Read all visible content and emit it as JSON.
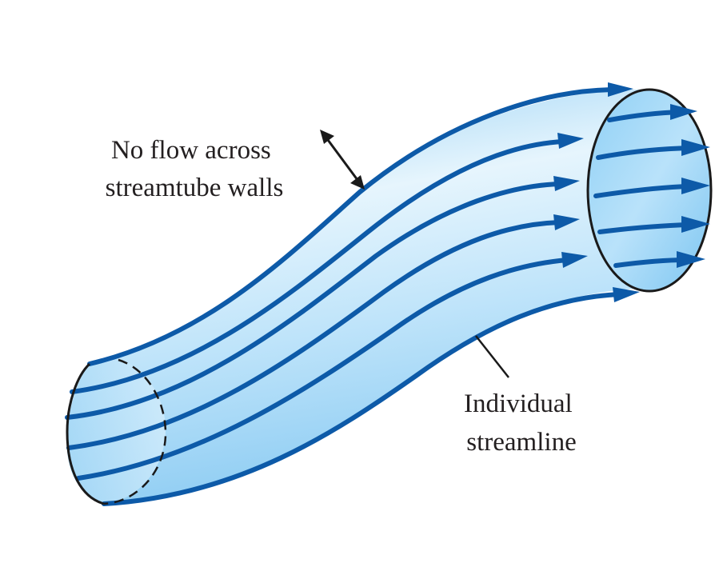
{
  "diagram": {
    "wall_label": {
      "lines": [
        "No flow across",
        "streamtube walls"
      ]
    },
    "streamline_label": {
      "lines": [
        "Individual",
        "streamline"
      ]
    },
    "colors": {
      "tube_fill_light": "#e6f5fd",
      "tube_fill_mid": "#bfe4fa",
      "tube_fill_dark": "#8fcdf3",
      "streamline": "#0d5aa8",
      "outline": "#1a1a1a"
    },
    "icons": {
      "wall_arrow": "double-headed-arrow",
      "streamline_arrow": "arrowhead"
    }
  }
}
